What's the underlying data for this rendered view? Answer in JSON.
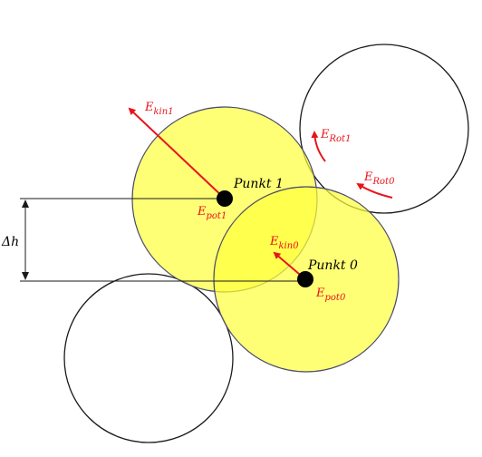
{
  "colors": {
    "circle_fill": "#ffff3c",
    "circle_fill_opacity": 0.7,
    "circle_stroke": "#4a4a6a",
    "outline": "#1a1a1a",
    "arrow": "#e8141b",
    "point": "#000000"
  },
  "labels": {
    "delta_h": "Δh",
    "punkt1": "Punkt 1",
    "punkt0": "Punkt 0",
    "ekin1": {
      "base": "E",
      "sub": "kin1"
    },
    "ekin0": {
      "base": "E",
      "sub": "kin0"
    },
    "epot1": {
      "base": "E",
      "sub": "pot1"
    },
    "epot0": {
      "base": "E",
      "sub": "pot0"
    },
    "erot1": {
      "base": "E",
      "sub": "Rot1"
    },
    "erot0": {
      "base": "E",
      "sub": "Rot0"
    }
  }
}
